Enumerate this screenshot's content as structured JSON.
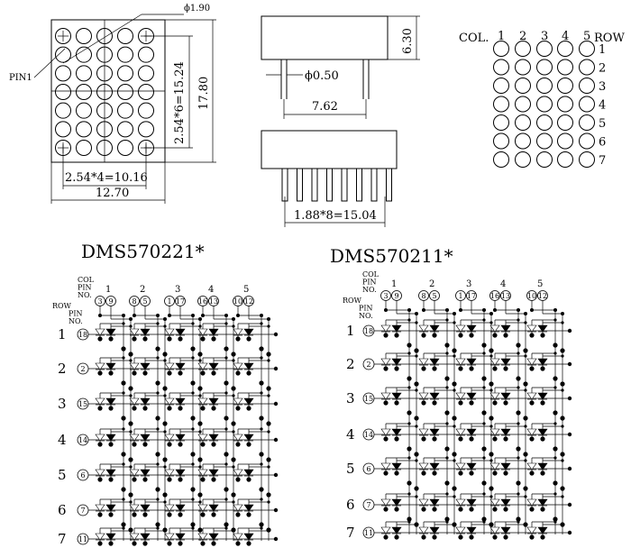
{
  "dimensions": {
    "hole_diameter": "ϕ1.90",
    "pin1_label": "PIN1",
    "vertical_pitch": "2.54*6=15.24",
    "total_height": "17.80",
    "horizontal_pitch": "2.54*4=10.16",
    "total_width": "12.70",
    "side_height": "6.30",
    "pin_diameter": "ϕ0.50",
    "row_spacing": "7.62",
    "pin_pitch": "1.88*8=15.04"
  },
  "grid_legend": {
    "col_label": "COL.",
    "row_label": "ROW",
    "columns": [
      "1",
      "2",
      "3",
      "4",
      "5"
    ],
    "rows": [
      "1",
      "2",
      "3",
      "4",
      "5",
      "6",
      "7"
    ]
  },
  "schematics": [
    {
      "title": "DMS570221*",
      "col_header": [
        "COL",
        "PIN",
        "NO."
      ],
      "row_header": [
        "ROW",
        "PIN",
        "NO."
      ],
      "columns": [
        {
          "label": "1",
          "pins": [
            "3",
            "9"
          ]
        },
        {
          "label": "2",
          "pins": [
            "8",
            "5"
          ]
        },
        {
          "label": "3",
          "pins": [
            "1",
            "17"
          ]
        },
        {
          "label": "4",
          "pins": [
            "16",
            "13"
          ]
        },
        {
          "label": "5",
          "pins": [
            "10",
            "12"
          ]
        }
      ],
      "rows": [
        {
          "label": "1",
          "pin": "18"
        },
        {
          "label": "2",
          "pin": "2"
        },
        {
          "label": "3",
          "pin": "15"
        },
        {
          "label": "4",
          "pin": "14"
        },
        {
          "label": "5",
          "pin": "6"
        },
        {
          "label": "6",
          "pin": "7"
        },
        {
          "label": "7",
          "pin": "11"
        }
      ]
    },
    {
      "title": "DMS570211*",
      "col_header": [
        "COL",
        "PIN",
        "NO."
      ],
      "row_header": [
        "ROW",
        "PIN",
        "NO."
      ],
      "columns": [
        {
          "label": "1",
          "pins": [
            "3",
            "9"
          ]
        },
        {
          "label": "2",
          "pins": [
            "8",
            "5"
          ]
        },
        {
          "label": "3",
          "pins": [
            "1",
            "17"
          ]
        },
        {
          "label": "4",
          "pins": [
            "16",
            "13"
          ]
        },
        {
          "label": "5",
          "pins": [
            "10",
            "12"
          ]
        }
      ],
      "rows": [
        {
          "label": "1",
          "pin": "18"
        },
        {
          "label": "2",
          "pin": "2"
        },
        {
          "label": "3",
          "pin": "15"
        },
        {
          "label": "4",
          "pin": "14"
        },
        {
          "label": "5",
          "pin": "6"
        },
        {
          "label": "6",
          "pin": "7"
        },
        {
          "label": "7",
          "pin": "11"
        }
      ]
    }
  ]
}
